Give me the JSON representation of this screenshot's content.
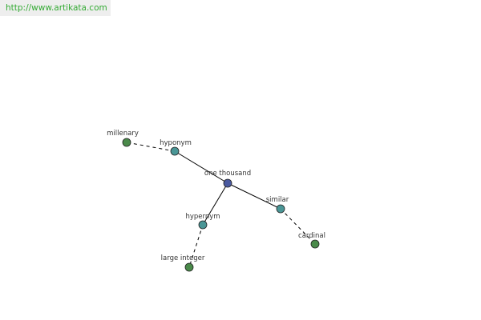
{
  "site": {
    "url": "http://www.artikata.com"
  },
  "graph": {
    "nodes": [
      {
        "id": "one-thousand",
        "label": "one thousand",
        "role": "center",
        "color": "#4a5aa0"
      },
      {
        "id": "hyponym",
        "label": "hyponym",
        "role": "relation",
        "color": "#4a9696"
      },
      {
        "id": "hypernym",
        "label": "hypernym",
        "role": "relation",
        "color": "#4a9696"
      },
      {
        "id": "similar",
        "label": "similar",
        "role": "relation",
        "color": "#4a9696"
      },
      {
        "id": "millenary",
        "label": "millenary",
        "role": "word",
        "color": "#4a8a4a"
      },
      {
        "id": "large-integer",
        "label": "large integer",
        "role": "word",
        "color": "#4a8a4a"
      },
      {
        "id": "cardinal",
        "label": "cardinal",
        "role": "word",
        "color": "#4a8a4a"
      }
    ],
    "edges": [
      {
        "from": "one-thousand",
        "to": "hyponym",
        "style": "solid"
      },
      {
        "from": "one-thousand",
        "to": "hypernym",
        "style": "solid"
      },
      {
        "from": "one-thousand",
        "to": "similar",
        "style": "solid"
      },
      {
        "from": "hyponym",
        "to": "millenary",
        "style": "dashed"
      },
      {
        "from": "hypernym",
        "to": "large-integer",
        "style": "dashed"
      },
      {
        "from": "similar",
        "to": "cardinal",
        "style": "dashed"
      }
    ]
  }
}
